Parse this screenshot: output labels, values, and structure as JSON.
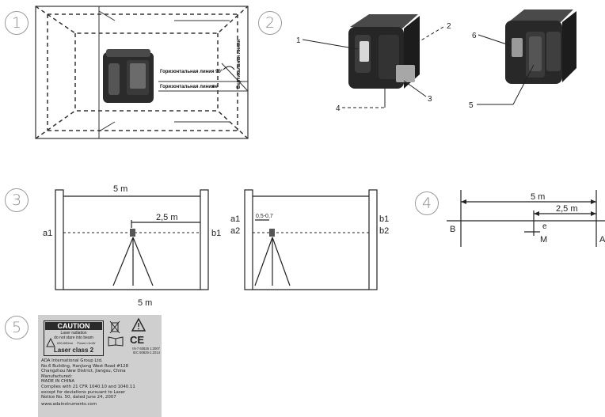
{
  "steps": [
    "1",
    "2",
    "3",
    "4",
    "5"
  ],
  "fig1": {
    "h_line_90": "Горизонтальная линия 90°",
    "h_line_ne": "Горизонтальная линия",
    "ne_suffix": "пе",
    "v_line": "Вертикальная линия"
  },
  "fig2": {
    "callouts": [
      "1",
      "2",
      "3",
      "4",
      "5",
      "6"
    ]
  },
  "fig3": {
    "distance": "5 m",
    "half_distance": "2,5 m",
    "bottom_distance": "5 m",
    "left": {
      "a1": "a1",
      "b1": "b1"
    },
    "right": {
      "a1": "a1",
      "a2": "a2",
      "b1": "b1",
      "b2": "b2",
      "offset": "0,5-0,7"
    }
  },
  "fig4": {
    "distance": "5 m",
    "half_distance": "2,5 m",
    "B": "B",
    "A": "A",
    "e": "e",
    "M": "M"
  },
  "label": {
    "caution": "CAUTION",
    "warn_lines": [
      "Laser radiation",
      "do not stare into beam"
    ],
    "specs": [
      "630-680nm",
      "Power<1mW"
    ],
    "class": "Laser class 2",
    "standards": [
      "IN-7 60825 1:2007",
      "IEC 60825-1:2014"
    ],
    "company": "ADA International Group Ltd.",
    "address1": "No.6 Building, Hanjiang West Road #128",
    "address2": "Changzhou New District, Jiangsu, China",
    "manufactured": "Manufactured:",
    "made_in": "MADE IN CHINA",
    "compliance1": "Complies with 21 CFR 1040.10 and 1040.11",
    "compliance2": "except for deviations pursuant to Laser",
    "compliance3": "Notice No. 50, dated June 24, 2007",
    "website": "www.adainstruments.com"
  }
}
